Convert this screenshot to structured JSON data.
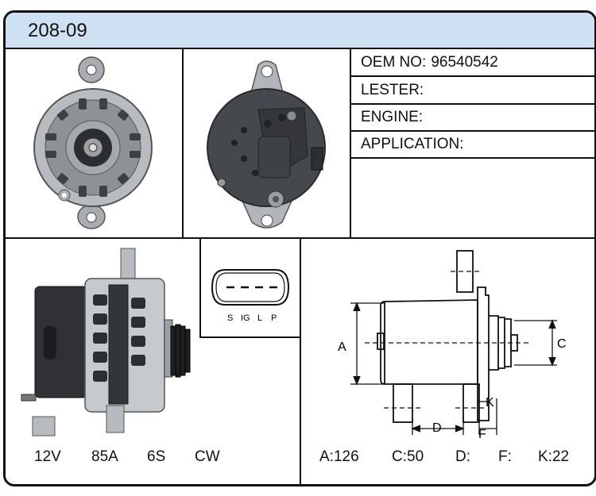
{
  "header": {
    "title": "208-09"
  },
  "specs": {
    "oem_label": "OEM NO:",
    "oem_value": "96540542",
    "lester_label": "LESTER:",
    "engine_label": "ENGINE:",
    "application_label": "APPLICATION:"
  },
  "connector": {
    "pins": [
      "S",
      "IG",
      "L",
      "P"
    ]
  },
  "ratings": {
    "voltage": "12V",
    "amperage": "85A",
    "pulley": "6S",
    "rotation": "CW"
  },
  "dimension_labels": {
    "a": "A",
    "c": "C",
    "d": "D",
    "f": "F",
    "k": "K"
  },
  "dimensions": {
    "a": "A:126",
    "c": "C:50",
    "d": "D:",
    "f": "F:",
    "k": "K:22"
  },
  "colors": {
    "header_bg": "#cfe0f3",
    "border": "#111111",
    "metal": "#a9adb2",
    "dark_plastic": "#3a3c3f"
  }
}
